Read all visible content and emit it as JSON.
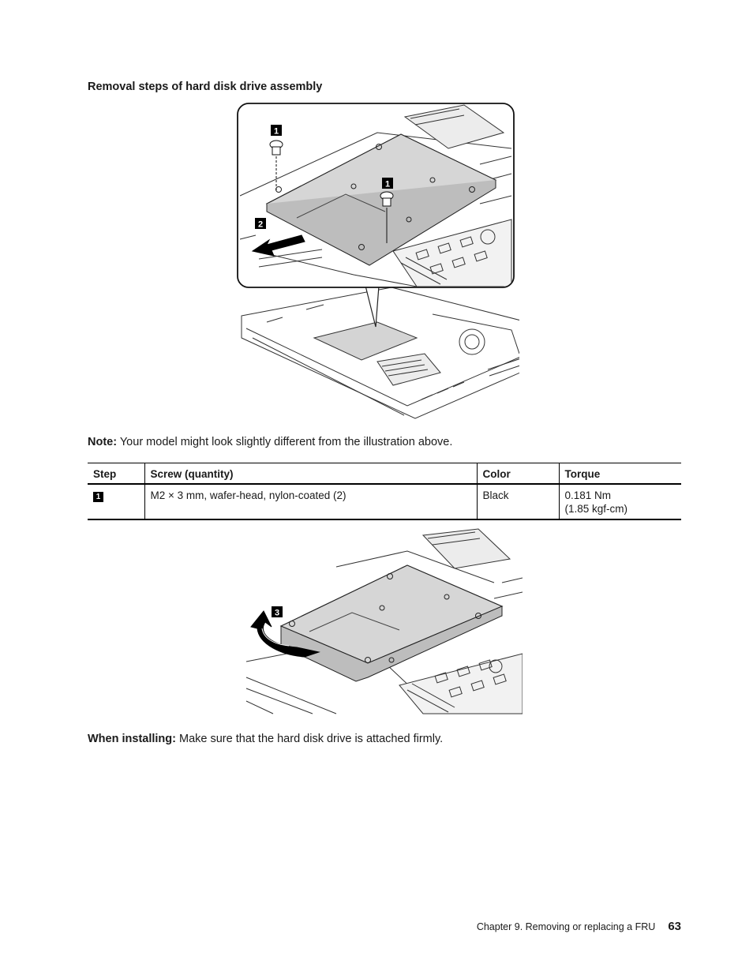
{
  "heading": "Removal steps of hard disk drive assembly",
  "figure1": {
    "callouts": [
      "1",
      "1",
      "2"
    ]
  },
  "note": {
    "label": "Note:",
    "text": "Your model might look slightly different from the illustration above."
  },
  "table": {
    "headers": [
      "Step",
      "Screw (quantity)",
      "Color",
      "Torque"
    ],
    "rows": [
      {
        "step": "1",
        "screw": "M2 × 3 mm, wafer-head, nylon-coated (2)",
        "color": "Black",
        "torque_line1": "0.181 Nm",
        "torque_line2": "(1.85 kgf-cm)"
      }
    ]
  },
  "figure2": {
    "callouts": [
      "3"
    ]
  },
  "install": {
    "label": "When installing:",
    "text": "Make sure that the hard disk drive is attached firmly."
  },
  "footer": {
    "chapter": "Chapter 9.  Removing or replacing a FRU",
    "page": "63"
  }
}
